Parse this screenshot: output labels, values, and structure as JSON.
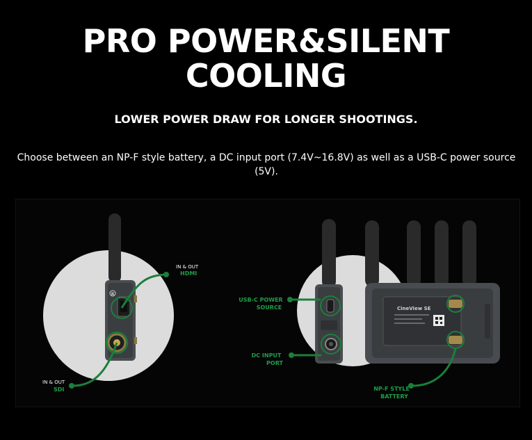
{
  "headline": {
    "line1": "PRO POWER&SILENT",
    "line2": "COOLING"
  },
  "subheadline": "LOWER POWER DRAW FOR LONGER SHOOTINGS.",
  "description": {
    "line1": "Choose between an NP-F style battery, a DC input port (7.4V~16.8V) as well as a USB-C power source",
    "line2": "(5V)."
  },
  "callouts": {
    "hdmi": {
      "top": "IN & OUT",
      "bottom": "HDMI"
    },
    "sdi": {
      "top": "IN & OUT",
      "bottom": "SDI"
    },
    "usbc": {
      "line1": "USB-C POWER",
      "line2": "SOURCE"
    },
    "dc": {
      "line1": "DC INPUT",
      "line2": "PORT"
    },
    "battery": {
      "line1": "NP-F STYLE",
      "line2": "BATTERY"
    }
  },
  "device": {
    "brand": "CineView SE",
    "side_mark": "R"
  },
  "colors": {
    "background": "#000000",
    "accent_green": "#1e9e4a",
    "callout_line": "#1b7f3b",
    "spotlight": "#dcdcdc"
  }
}
